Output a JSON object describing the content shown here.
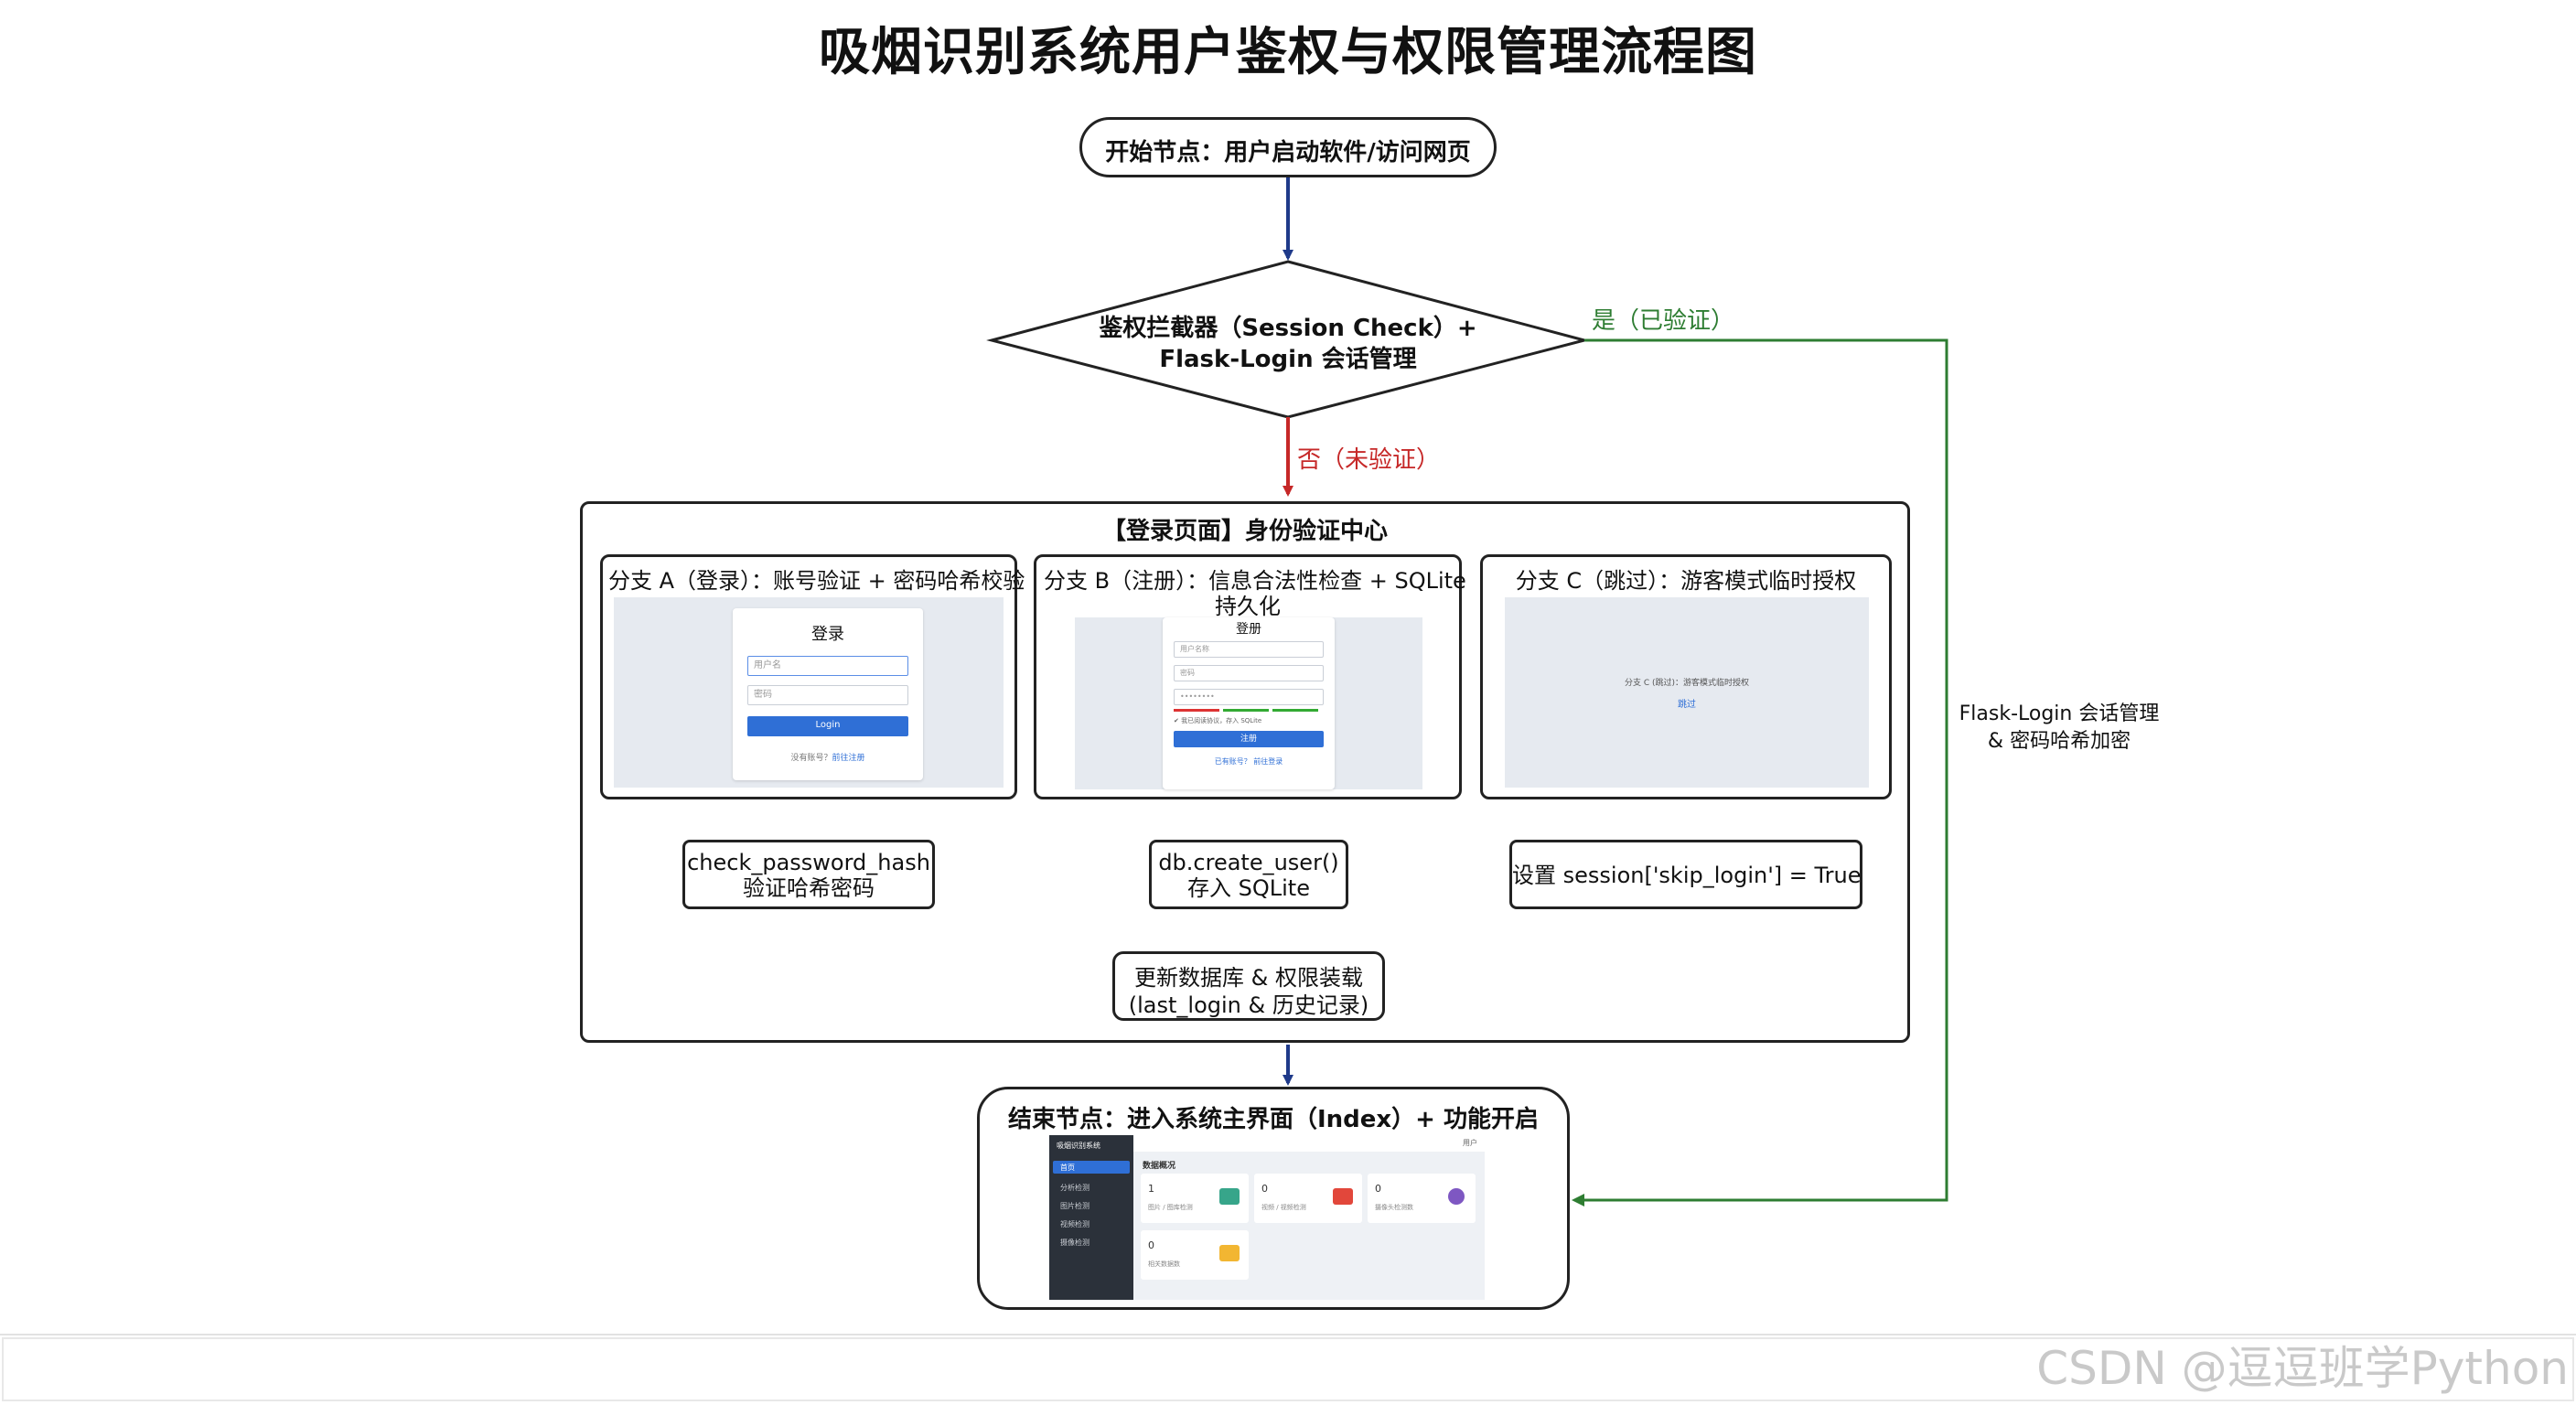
{
  "title": "吸烟识别系统用户鉴权与权限管理流程图",
  "start_node": "开始节点：用户启动软件/访问网页",
  "decision": {
    "line1": "鉴权拦截器（Session Check）+",
    "line2": "Flask-Login 会话管理",
    "yes_label": "是（已验证）",
    "no_label": "否（未验证）"
  },
  "side_note": {
    "line1": "Flask-Login 会话管理",
    "line2": "& 密码哈希加密"
  },
  "auth_center": {
    "title": "【登录页面】身份验证中心",
    "branch_a": {
      "title": "分支 A（登录）：账号验证 + 密码哈希校验",
      "mock": {
        "heading": "登录",
        "username_placeholder": "用户名",
        "password_placeholder": "密码",
        "button": "Login",
        "footer_prefix": "没有账号？",
        "footer_link": "前往注册"
      },
      "step_line1": "check_password_hash",
      "step_line2": "验证哈希密码"
    },
    "branch_b": {
      "title_line1": "分支 B（注册）：信息合法性检查 + SQLite",
      "title_line2": "持久化",
      "mock": {
        "heading": "登册",
        "field1": "用户名称",
        "field2": "密码",
        "field3": "••••••••",
        "agree": "✔ 我已阅读协议，存入 SQLite",
        "button": "注册",
        "footer": "已有账号？ 前往登录"
      },
      "step_line1": "db.create_user()",
      "step_line2": "存入 SQLite"
    },
    "branch_c": {
      "title": "分支 C（跳过）：游客模式临时授权",
      "mock": {
        "text": "分支 C (跳过)：游客模式临时授权",
        "link": "跳过"
      },
      "step_line1": "设置 session['skip_login'] = True"
    },
    "merge_line1": "更新数据库 & 权限装载",
    "merge_line2": "(last_login & 历史记录)"
  },
  "end_node": {
    "title": "结束节点：进入系统主界面（Index）+ 功能开启",
    "dashboard": {
      "app_name": "吸烟识别系统",
      "sidebar": [
        "首页",
        "分析检测",
        "图片检测",
        "视频检测",
        "摄像检测"
      ],
      "header_right": "用户",
      "section": "数据概况",
      "cards": [
        {
          "value": "1",
          "label": "图片 / 图库检测"
        },
        {
          "value": "0",
          "label": "视频 / 视频检测"
        },
        {
          "value": "0",
          "label": "摄像头检测数"
        },
        {
          "value": "0",
          "label": "相关数据数"
        }
      ]
    }
  },
  "colors": {
    "flow": "#1f3a8a",
    "no": "#c62828",
    "yes": "#2e7d32",
    "border": "#222222"
  },
  "watermark": "CSDN @逗逗班学Python"
}
